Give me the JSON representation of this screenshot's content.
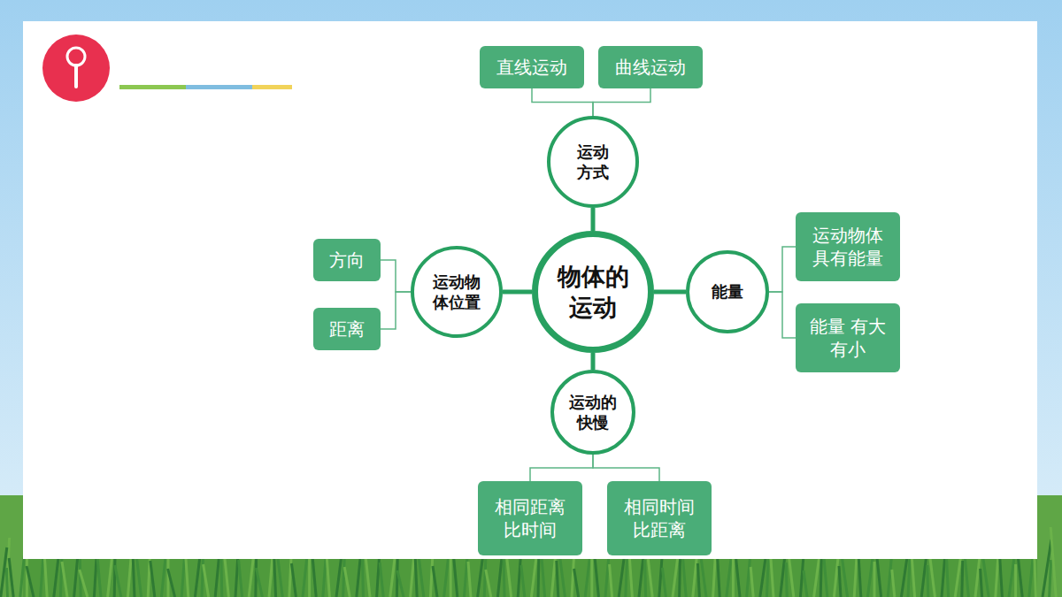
{
  "diagram": {
    "nodes": [
      {
        "text": [
          "物体的 运动"
        ]
      },
      {
        "text": [
          "运动 方式"
        ]
      },
      {
        "text": [
          "直线运动"
        ]
      },
      {
        "text": [
          "曲线运动"
        ]
      },
      {
        "text": [
          "运动物 体位置"
        ]
      },
      {
        "text": [
          "方向"
        ]
      },
      {
        "text": [
          "距离"
        ]
      },
      {
        "text": [
          "能量"
        ]
      },
      {
        "text": [
          "运动物体 具有能量"
        ]
      },
      {
        "text": [
          "能量 有大有小"
        ]
      },
      {
        "text": [
          "运动的 快慢"
        ]
      },
      {
        "text": [
          "相同距离 比时间"
        ]
      },
      {
        "text": [
          "相同时间 比距离"
        ]
      }
    ],
    "edges": [
      {
        "from": 0,
        "to": 1,
        "arrow": "none"
      },
      {
        "from": 0,
        "to": 4,
        "arrow": "none"
      },
      {
        "from": 0,
        "to": 7,
        "arrow": "none"
      },
      {
        "from": 0,
        "to": 10,
        "arrow": "none"
      },
      {
        "from": 1,
        "to": 2,
        "arrow": "none"
      },
      {
        "from": 1,
        "to": 3,
        "arrow": "none"
      },
      {
        "from": 4,
        "to": 5,
        "arrow": "none"
      },
      {
        "from": 4,
        "to": 6,
        "arrow": "none"
      },
      {
        "from": 7,
        "to": 8,
        "arrow": "none"
      },
      {
        "from": 7,
        "to": 9,
        "arrow": "none"
      },
      {
        "from": 10,
        "to": 11,
        "arrow": "none"
      },
      {
        "from": 10,
        "to": 12,
        "arrow": "none"
      }
    ]
  }
}
